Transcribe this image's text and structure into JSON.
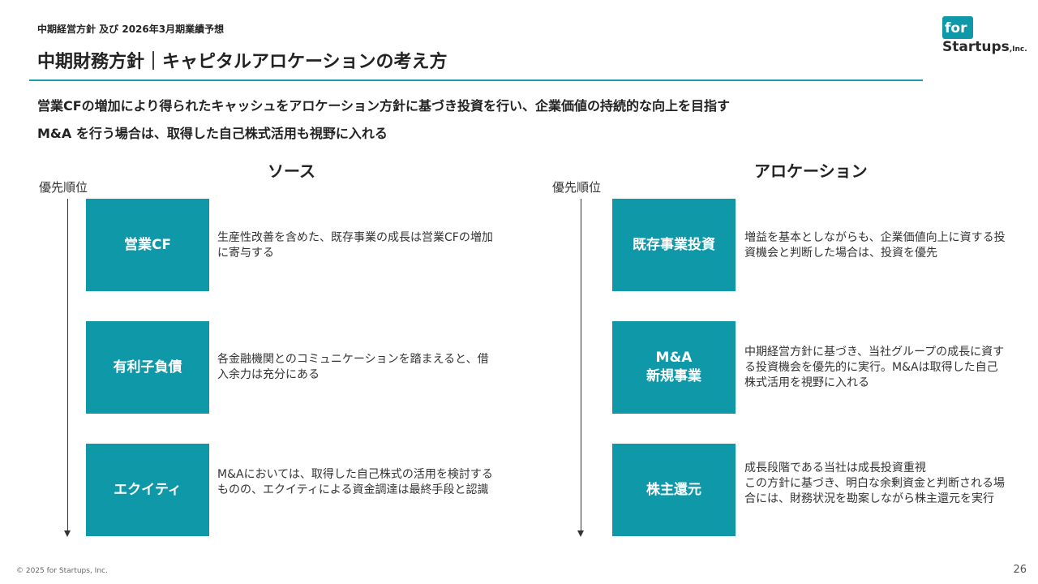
{
  "header": {
    "subtitle": "中期経営方針 及び 2026年3月期業績予想",
    "title": "中期財務方針｜キャピタルアロケーションの考え方"
  },
  "logo": {
    "for_text": "for",
    "startups_text": "Startups",
    "inc_text": ",Inc.",
    "color": "#0f98a8"
  },
  "lead": {
    "line1": "営業CFの増加により得られたキャッシュをアロケーション方針に基づき投資を行い、企業価値の持続的な向上を目指す",
    "line2": "M&A を行う場合は、取得した自己株式活用も視野に入れる"
  },
  "source": {
    "heading": "ソース",
    "priority_label": "優先順位",
    "items": [
      {
        "label": "営業CF",
        "desc": "生産性改善を含めた、既存事業の成長は営業CFの増加に寄与する"
      },
      {
        "label": "有利子負債",
        "desc": "各金融機関とのコミュニケーションを踏まえると、借入余力は充分にある"
      },
      {
        "label": "エクイティ",
        "desc": "M&Aにおいては、取得した自己株式の活用を検討するものの、エクイティによる資金調達は最終手段と認識"
      }
    ]
  },
  "allocation": {
    "heading": "アロケーション",
    "priority_label": "優先順位",
    "items": [
      {
        "label": "既存事業投資",
        "desc": "増益を基本としながらも、企業価値向上に資する投資機会と判断した場合は、投資を優先"
      },
      {
        "label": "M&A\n新規事業",
        "desc": "中期経営方針に基づき、当社グループの成長に資する投資機会を優先的に実行。M&Aは取得した自己株式活用を視野に入れる"
      },
      {
        "label": "株主還元",
        "desc": "成長段階である当社は成長投資重視\nこの方針に基づき、明白な余剰資金と判断される場合には、財務状況を勘案しながら株主還元を実行"
      }
    ]
  },
  "footer": {
    "copyright": "© 2025 for Startups, Inc.",
    "page_number": "26"
  },
  "colors": {
    "accent": "#0f98a8",
    "rule": "#1f9aab"
  }
}
